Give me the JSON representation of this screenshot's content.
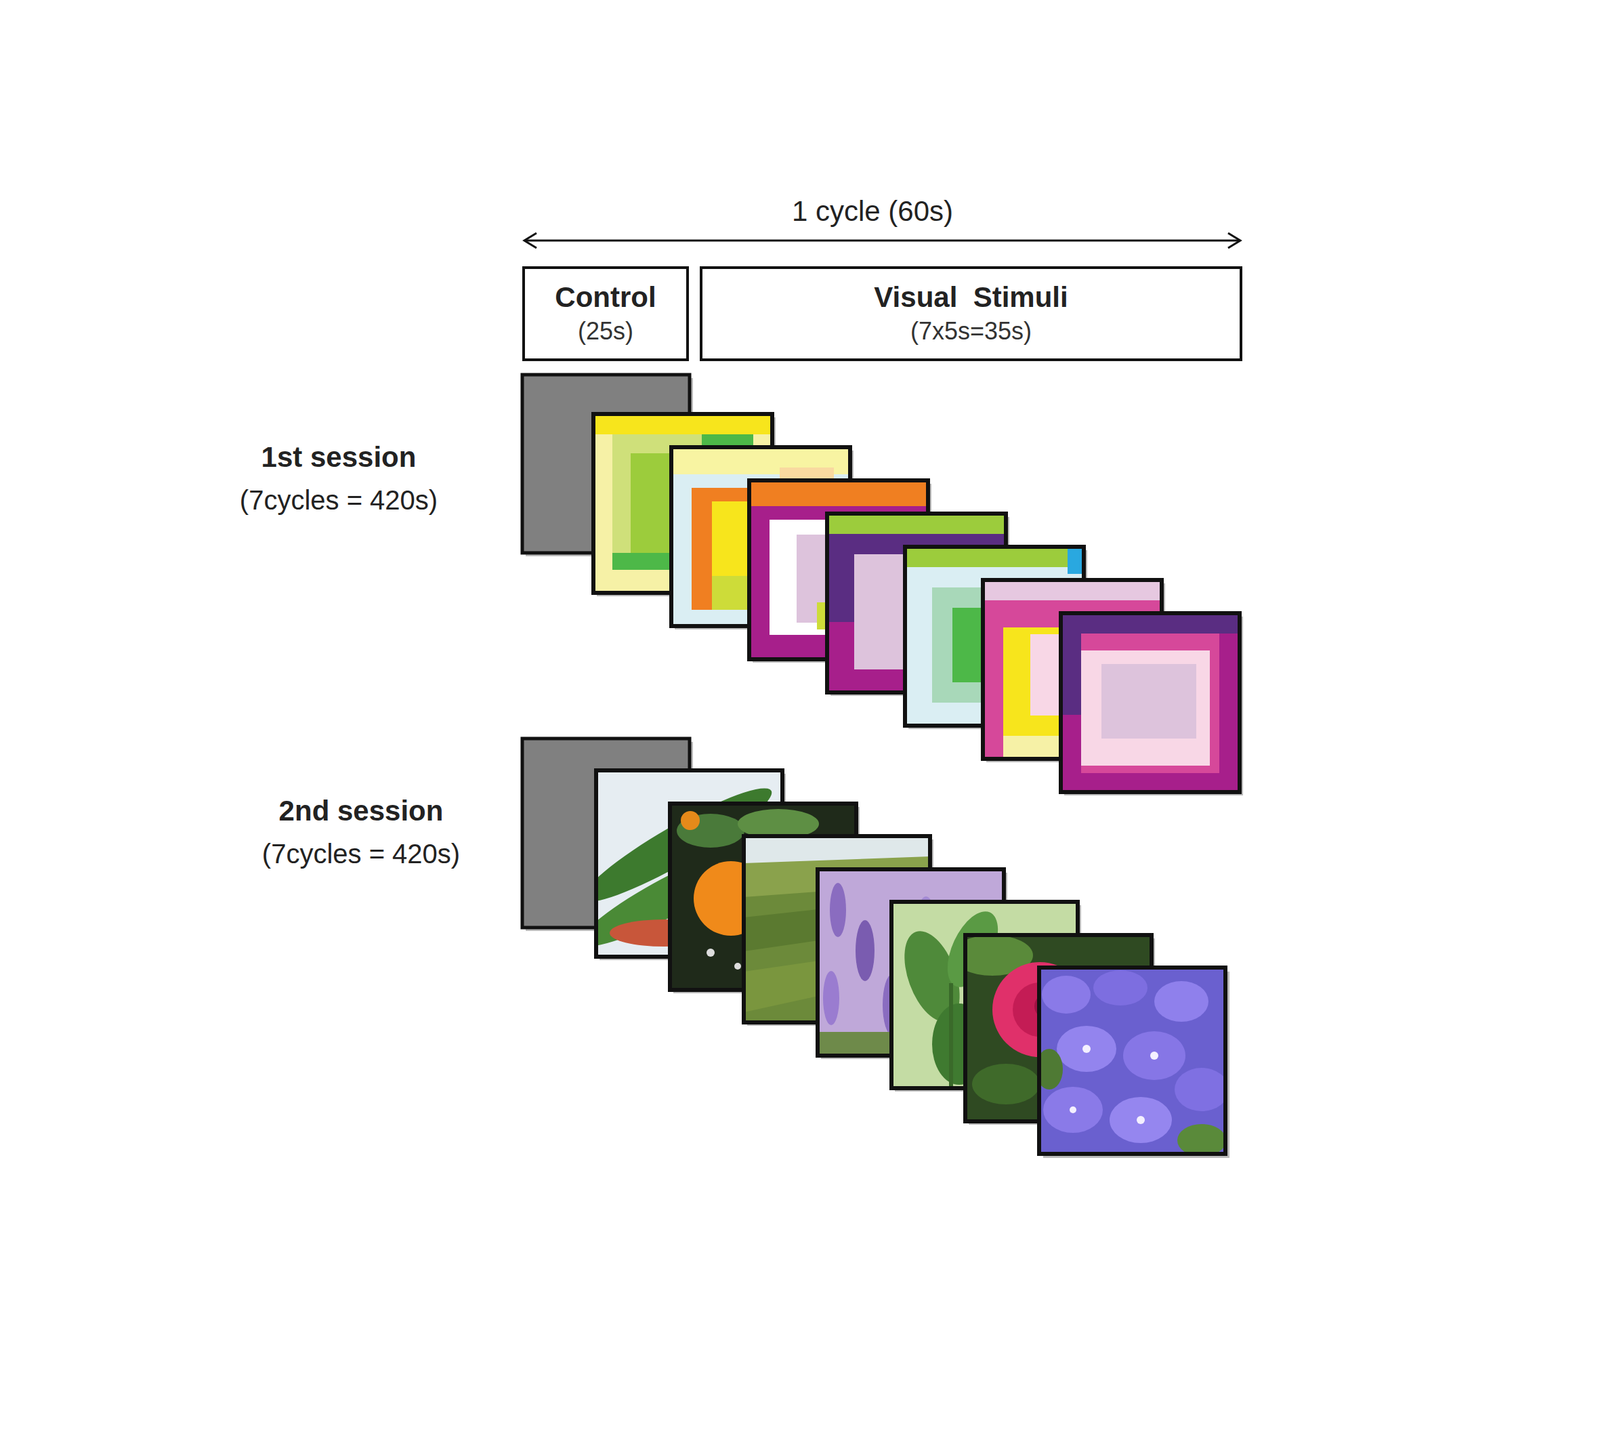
{
  "diagram": {
    "nodes": [
      {
        "text": [
          "Control",
          "(25s)"
        ]
      },
      {
        "text": [
          "Visual  Stimuli",
          "(7x5s=35s)"
        ]
      }
    ],
    "labels": [
      "1 cycle (60s)",
      "1st session",
      "(7cycles = 420s)",
      "2nd session",
      "(7cycles = 420s)"
    ]
  }
}
